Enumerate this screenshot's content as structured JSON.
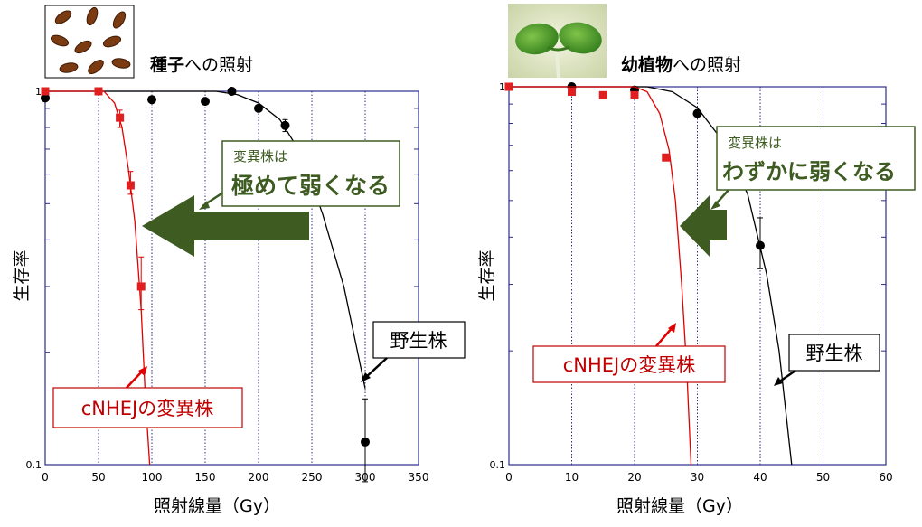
{
  "colors": {
    "wild": "#000000",
    "mutant": "#e00000",
    "mutant_marker": "#e02020",
    "grid": "#2c2c8c",
    "frame": "#2c2c8c",
    "arrow_green": "#3e5c22",
    "callout_green_text": "#3e5c22",
    "callout_green_border": "#3e5c22",
    "mutant_label_text": "#c00000"
  },
  "icons": {
    "left": "seeds-icon",
    "right": "seedling-icon"
  },
  "panels": [
    {
      "title_bold": "種子",
      "title_rest": "への照射",
      "xlabel": "照射線量（Gy）",
      "ylabel": "生存率",
      "callout_small": "変異株は",
      "callout_big": "極めて弱くなる",
      "wild_label": "野生株",
      "mutant_label": "cNHEJの変異株"
    },
    {
      "title_bold": "幼植物",
      "title_rest": "への照射",
      "xlabel": "照射線量（Gy）",
      "ylabel": "生存率",
      "callout_small": "変異株は",
      "callout_big": "わずかに弱くなる",
      "wild_label": "野生株",
      "mutant_label": "cNHEJの変異株"
    }
  ],
  "chart_data": [
    {
      "type": "scatter",
      "title": "種子への照射",
      "xlabel": "照射線量（Gy）",
      "ylabel": "生存率",
      "yscale": "log",
      "xlim": [
        0,
        350
      ],
      "ylim": [
        0.1,
        1
      ],
      "x_ticks": [
        0,
        50,
        100,
        150,
        200,
        250,
        300,
        350
      ],
      "y_tick_labels": [
        "1",
        "0.1"
      ],
      "grid": "vertical",
      "series": [
        {
          "name": "野生株",
          "marker": "circle",
          "points": [
            [
              0,
              0.96
            ],
            [
              100,
              0.95
            ],
            [
              150,
              0.94
            ],
            [
              175,
              1.0
            ],
            [
              200,
              0.9
            ],
            [
              225,
              0.81
            ],
            [
              300,
              0.115
            ]
          ],
          "errors": [
            [
              225,
              0.78,
              0.84
            ],
            [
              300,
              0.09,
              0.15
            ]
          ],
          "fit": [
            [
              0,
              1.0
            ],
            [
              160,
              1.0
            ],
            [
              180,
              0.98
            ],
            [
              200,
              0.93
            ],
            [
              220,
              0.84
            ],
            [
              240,
              0.68
            ],
            [
              260,
              0.47
            ],
            [
              280,
              0.3
            ],
            [
              300,
              0.16
            ]
          ]
        },
        {
          "name": "cNHEJの変異株",
          "marker": "square",
          "points": [
            [
              0,
              1.0
            ],
            [
              50,
              1.0
            ],
            [
              70,
              0.85
            ],
            [
              80,
              0.56
            ],
            [
              90,
              0.3
            ]
          ],
          "errors": [
            [
              70,
              0.8,
              0.89
            ],
            [
              80,
              0.53,
              0.61
            ],
            [
              90,
              0.26,
              0.36
            ]
          ],
          "fit": [
            [
              0,
              1.0
            ],
            [
              55,
              1.0
            ],
            [
              65,
              0.93
            ],
            [
              72,
              0.8
            ],
            [
              78,
              0.62
            ],
            [
              84,
              0.45
            ],
            [
              90,
              0.26
            ],
            [
              94,
              0.15
            ],
            [
              98,
              0.1
            ]
          ]
        }
      ]
    },
    {
      "type": "scatter",
      "title": "幼植物への照射",
      "xlabel": "照射線量（Gy）",
      "ylabel": "生存率",
      "yscale": "log",
      "xlim": [
        0,
        60
      ],
      "ylim": [
        0.1,
        1
      ],
      "x_ticks": [
        0,
        10,
        20,
        30,
        40,
        50,
        60
      ],
      "y_tick_labels": [
        "1",
        "0.1"
      ],
      "grid": "vertical",
      "series": [
        {
          "name": "野生株",
          "marker": "circle",
          "points": [
            [
              10,
              1.0
            ],
            [
              20,
              0.98
            ],
            [
              30,
              0.85
            ],
            [
              40,
              0.38
            ]
          ],
          "errors": [
            [
              40,
              0.33,
              0.45
            ]
          ],
          "fit": [
            [
              0,
              1.0
            ],
            [
              22,
              1.0
            ],
            [
              26,
              0.97
            ],
            [
              30,
              0.88
            ],
            [
              34,
              0.72
            ],
            [
              38,
              0.52
            ],
            [
              41,
              0.32
            ],
            [
              43,
              0.2
            ],
            [
              45,
              0.1
            ]
          ]
        },
        {
          "name": "cNHEJの変異株",
          "marker": "square",
          "points": [
            [
              0,
              1.0
            ],
            [
              10,
              0.97
            ],
            [
              15,
              0.95
            ],
            [
              20,
              0.95
            ],
            [
              25,
              0.65
            ]
          ],
          "errors": [],
          "fit": [
            [
              0,
              1.0
            ],
            [
              20,
              1.0
            ],
            [
              22,
              0.97
            ],
            [
              24,
              0.85
            ],
            [
              25.5,
              0.68
            ],
            [
              26.5,
              0.5
            ],
            [
              27.5,
              0.3
            ],
            [
              28.3,
              0.18
            ],
            [
              29,
              0.1
            ]
          ]
        }
      ]
    }
  ]
}
